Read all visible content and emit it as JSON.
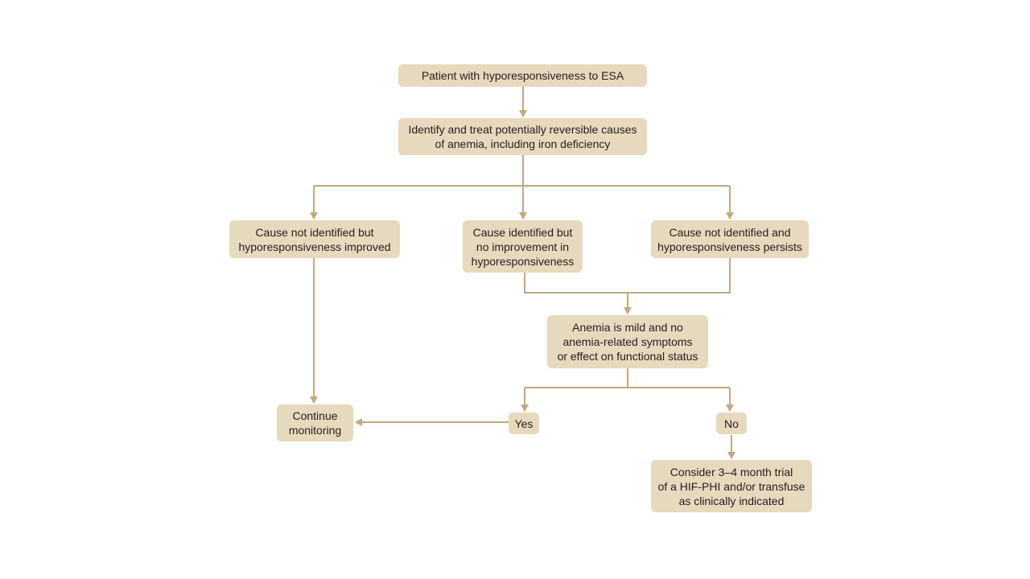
{
  "nodes": {
    "start": "Patient with hyporesponsiveness to ESA",
    "identify": "Identify and treat potentially reversible causes\nof anemia, including iron deficiency",
    "improved": "Cause not identified but\nhyporesponsiveness improved",
    "no_improvement": "Cause identified but\nno improvement in\nhyporesponsiveness",
    "persists": "Cause not identified and\nhyporesponsiveness persists",
    "mild_anemia": "Anemia is mild and no\nanemia-related symptoms\nor effect on functional status",
    "yes": "Yes",
    "no": "No",
    "continue": "Continue\nmonitoring",
    "consider": "Consider 3–4 month trial\nof a HIF-PHI and/or transfuse\nas clinically indicated"
  },
  "colors": {
    "box_fill": "#e7d9bd",
    "connector": "#bfa97f",
    "text": "#231f20"
  }
}
